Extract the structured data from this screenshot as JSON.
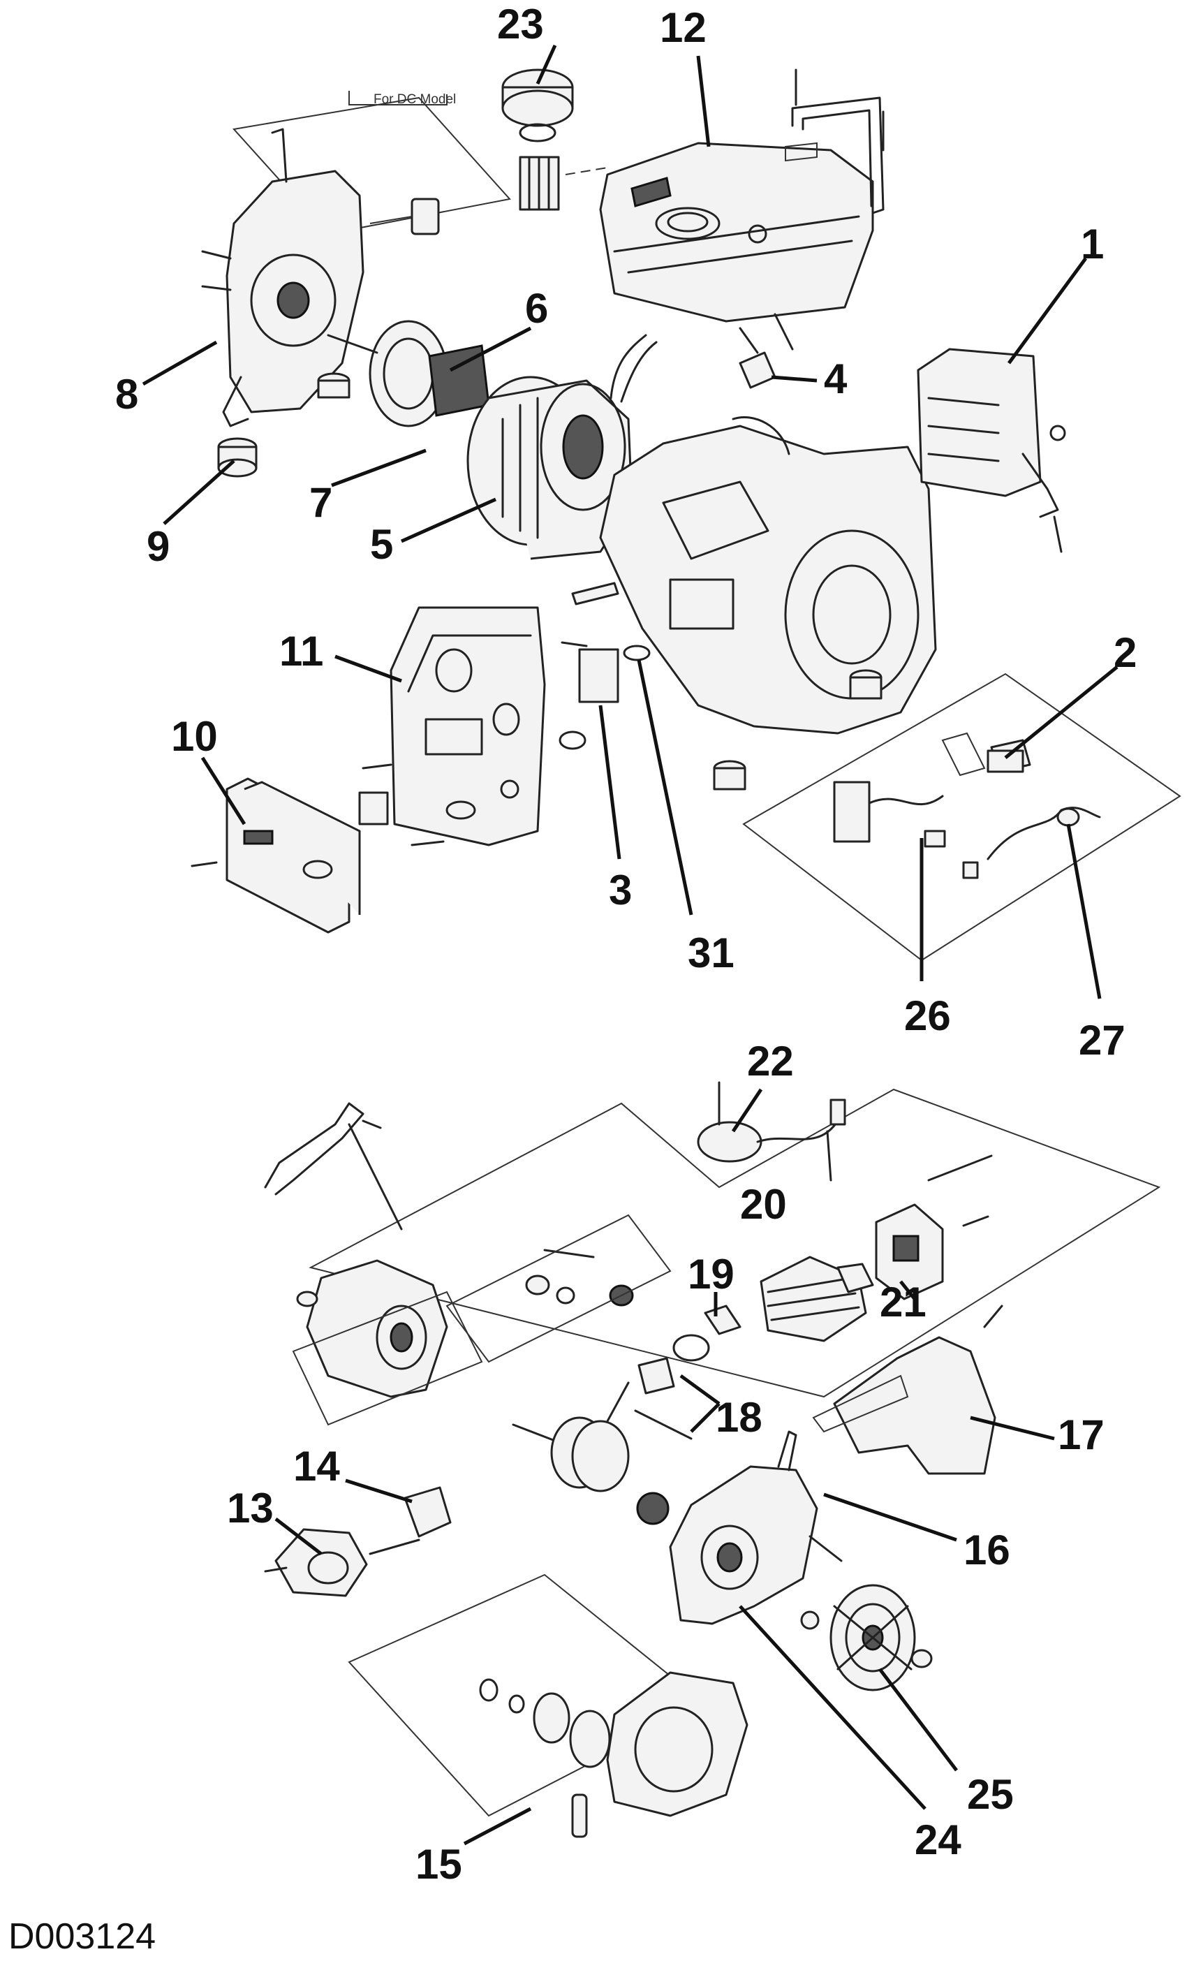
{
  "callouts": [
    {
      "id": "c1",
      "text": "1"
    },
    {
      "id": "c2",
      "text": "2"
    },
    {
      "id": "c3",
      "text": "3"
    },
    {
      "id": "c4",
      "text": "4"
    },
    {
      "id": "c5",
      "text": "5"
    },
    {
      "id": "c6",
      "text": "6"
    },
    {
      "id": "c7",
      "text": "7"
    },
    {
      "id": "c8",
      "text": "8"
    },
    {
      "id": "c9",
      "text": "9"
    },
    {
      "id": "c10",
      "text": "10"
    },
    {
      "id": "c11",
      "text": "11"
    },
    {
      "id": "c12",
      "text": "12"
    },
    {
      "id": "c13",
      "text": "13"
    },
    {
      "id": "c14",
      "text": "14"
    },
    {
      "id": "c15",
      "text": "15"
    },
    {
      "id": "c16",
      "text": "16"
    },
    {
      "id": "c17",
      "text": "17"
    },
    {
      "id": "c18",
      "text": "18"
    },
    {
      "id": "c19",
      "text": "19"
    },
    {
      "id": "c20",
      "text": "20"
    },
    {
      "id": "c21",
      "text": "21"
    },
    {
      "id": "c22",
      "text": "22"
    },
    {
      "id": "c23",
      "text": "23"
    },
    {
      "id": "c24",
      "text": "24"
    },
    {
      "id": "c25",
      "text": "25"
    },
    {
      "id": "c26",
      "text": "26"
    },
    {
      "id": "c27",
      "text": "27"
    },
    {
      "id": "c31",
      "text": "31"
    }
  ],
  "notes": {
    "dc_model": "For DC Model"
  },
  "diagram_code": "D003124"
}
